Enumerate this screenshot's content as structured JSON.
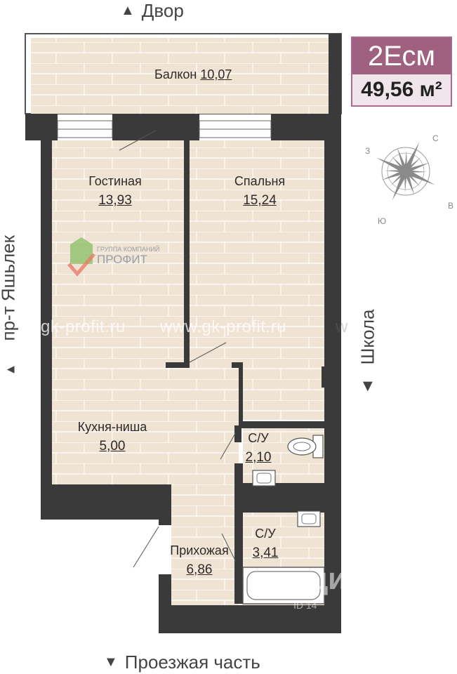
{
  "directions": {
    "top": "Двор",
    "left": "пр-т Яшьлек",
    "right": "Школа",
    "bottom": "Проезжая часть"
  },
  "badge": {
    "type": "2Есм",
    "area": "49,56 м²"
  },
  "rooms": {
    "balcony": {
      "name": "Балкон",
      "area": "10,07"
    },
    "living": {
      "name": "Гостиная",
      "area": "13,93"
    },
    "bedroom": {
      "name": "Спальня",
      "area": "15,24"
    },
    "kitchen": {
      "name": "Кухня-ниша",
      "area": "5,00"
    },
    "bath1": {
      "name": "С/У",
      "area": "2,10"
    },
    "bath2": {
      "name": "С/У",
      "area": "3,41"
    },
    "hall": {
      "name": "Прихожая",
      "area": "6,86"
    }
  },
  "compass": {
    "n": "С",
    "e": "В",
    "s": "Ю",
    "w": "З"
  },
  "logo": {
    "line1": "ГРУППА КОМПАНИЙ",
    "line2": "ПРОФИТ"
  },
  "watermark": {
    "left": "gk-profit.ru",
    "center": "www.gk-profit.ru",
    "right": "w"
  },
  "cian": {
    "name": "циан",
    "id": "ID 14"
  },
  "colors": {
    "wall": "#3a3a3a",
    "floor": "#efe3d3",
    "brick_line": "#ffffff",
    "badge_primary": "#a0607f",
    "badge_secondary": "#f1e5ec"
  }
}
